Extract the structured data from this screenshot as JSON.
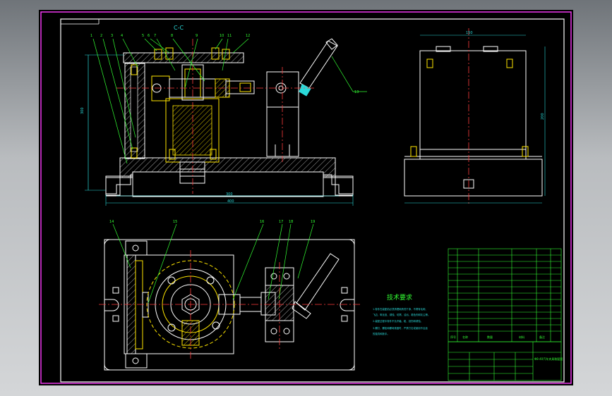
{
  "drawing": {
    "section_label": "C-C",
    "part_numbers_top": [
      "1",
      "2",
      "3",
      "4",
      "5",
      "6",
      "7",
      "8",
      "9",
      "10",
      "11",
      "12"
    ],
    "part_numbers_plan": [
      "14",
      "15",
      "16",
      "17",
      "18",
      "19"
    ],
    "balloon_callout": "13",
    "dim_overall_width": "300",
    "dim_base_width": "400",
    "dim_height_left": "300",
    "dim_side_top": "150",
    "dim_side_height": "200",
    "tech_requirements": {
      "title": "技术要求",
      "lines": [
        "1.零件在装配前必须清理和清洗干净，不得有毛刺、",
        "飞边、氧化皮、锈蚀、切屑、油污、着色剂和灰尘等。",
        "2.装配过程中零件不允许磕、碰、划伤和锈蚀。",
        "3.螺钉、螺栓和螺母紧固时，严禁打击或使用不合适",
        "的旋具和扳手。"
      ]
    },
    "title_block_name": "Φ8-40汽车夹具装配图",
    "title_block_labels": [
      "序号",
      "名称",
      "数量",
      "材料",
      "备注"
    ]
  },
  "colors": {
    "outline": "#ffffff",
    "centerline": "#ff3b3b",
    "hidden": "#ffe600",
    "dimension": "#2bd9d9",
    "leader": "#33ff33",
    "hatch": "#ffffff",
    "frame": "#ff3bff"
  }
}
